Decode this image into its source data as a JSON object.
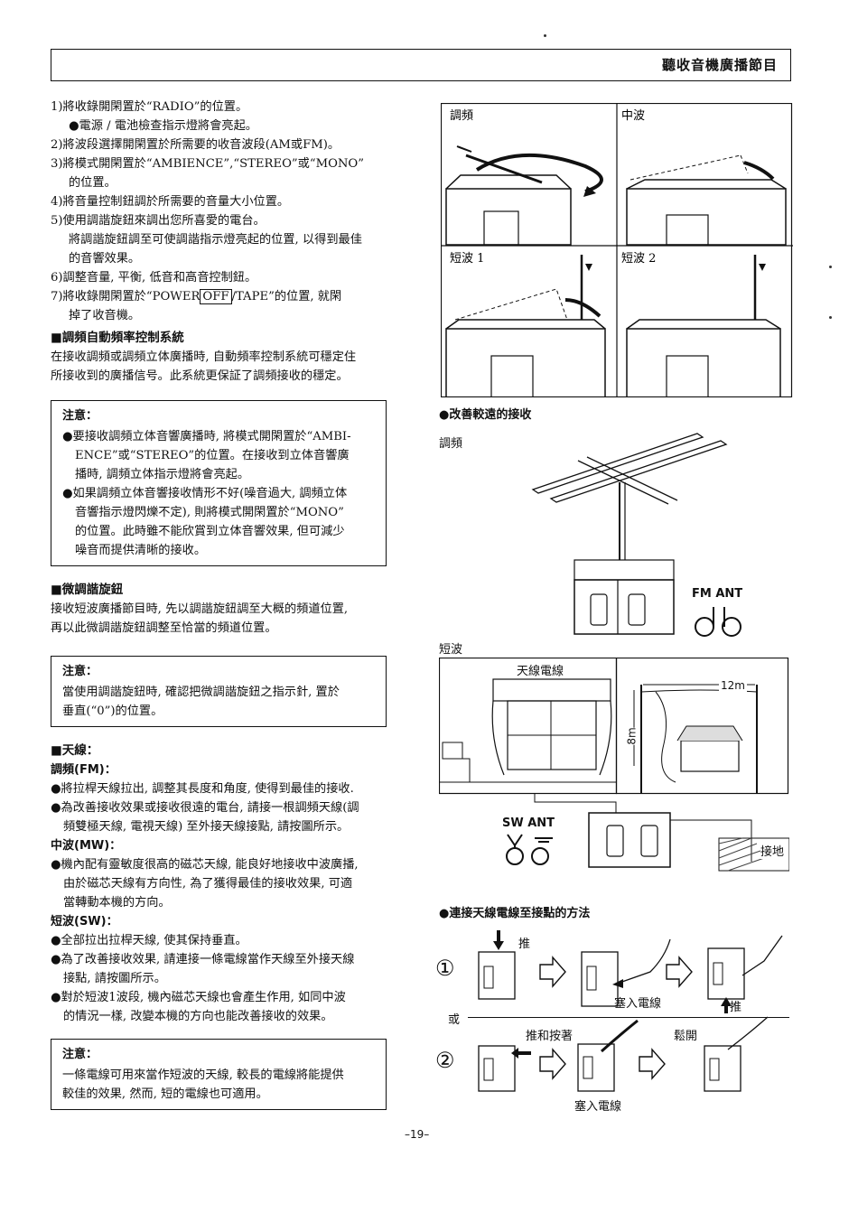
{
  "header": {
    "title": "聽收音機廣播節目"
  },
  "steps": [
    {
      "num": "1)",
      "text": "將收錄開閑置於“RADIO”的位置。"
    },
    {
      "num": "●",
      "text": "電源 / 電池檢查指示燈將會亮起。"
    },
    {
      "num": "2)",
      "text": "將波段選擇開閑置於所需要的收音波段(AM或FM)。"
    },
    {
      "num": "3)",
      "text": "將模式開閑置於“AMBIENCE”,“STEREO”或“MONO”",
      "cont": "的位置。"
    },
    {
      "num": "4)",
      "text": "將音量控制鈕調於所需要的音量大小位置。"
    },
    {
      "num": "5)",
      "text": "使用調諧旋鈕來調出您所喜愛的電台。",
      "cont": "將調諧旋鈕調至可使調諧指示燈亮起的位置, 以得到最佳",
      "cont2": "的音響效果。"
    },
    {
      "num": "6)",
      "text": "調整音量, 平衡, 低音和高音控制鈕。"
    },
    {
      "num": "7)",
      "text_a": "將收錄開閑置於“POWER",
      "boxed": "OFF",
      "text_b": "/TAPE”的位置, 就閑",
      "cont": "掉了收音機。"
    }
  ],
  "afc": {
    "heading": "■調頻自動頻率控制系統",
    "lines": [
      "在接收調頻或調頻立体廣播時, 自動頻率控制系統可穩定住",
      "所接收到的廣播信号。此系統更保証了調頻接收的穩定。"
    ]
  },
  "note1": {
    "title": "注意：",
    "items": [
      [
        "●要接收調頻立体音響廣播時, 將模式開閑置於“AMBI-",
        "ENCE”或“STEREO”的位置。在接收到立体音響廣",
        "播時, 調頻立体指示燈將會亮起。"
      ],
      [
        "●如果調頻立体音響接收情形不好(噪音過大, 調頻立体",
        "音響指示燈閃爍不定), 則將模式開閑置於“MONO”",
        "的位置。此時雖不能欣賞到立体音響效果, 但可減少",
        "噪音而提供清晰的接收。"
      ]
    ]
  },
  "fine": {
    "heading": "■微調諧旋鈕",
    "lines": [
      "接收短波廣播節目時, 先以調諧旋鈕調至大概的頻道位置,",
      "再以此微調諧旋鈕調整至恰當的頻道位置。"
    ]
  },
  "note2": {
    "title": "注意：",
    "lines": [
      "當使用調諧旋鈕時, 確認把微調諧旋鈕之指示針, 置於",
      "垂直(“0”)的位置。"
    ]
  },
  "antenna": {
    "heading": "■天線：",
    "fm_head": "調頻(FM)：",
    "fm_items": [
      [
        "●將拉桿天線拉出, 調整其長度和角度, 使得到最佳的接收."
      ],
      [
        "●為改善接收效果或接收很遠的電台, 請接一根調頻天線(調",
        "頻雙極天線, 電視天線) 至外接天線接點, 請按圖所示。"
      ]
    ],
    "mw_head": "中波(MW)：",
    "mw_items": [
      [
        "●機內配有靈敏度很高的磁芯天線, 能良好地接收中波廣播,",
        "由於磁芯天線有方向性, 為了獲得最佳的接收效果, 可適",
        "當轉動本機的方向。"
      ]
    ],
    "sw_head": "短波(SW)：",
    "sw_items": [
      [
        "●全部拉出拉桿天線, 使其保持垂直。"
      ],
      [
        "●為了改善接收效果, 請連接一條電線當作天線至外接天線",
        "接點, 請按圖所示。"
      ],
      [
        "●對於短波1波段, 機內磁芯天線也會產生作用, 如同中波",
        "的情況一樣, 改變本機的方向也能改善接收的效果。"
      ]
    ]
  },
  "note3": {
    "title": "注意：",
    "lines": [
      "一條電線可用來當作短波的天線, 較長的電線將能提供",
      "較佳的效果, 然而, 短的電線也可適用。"
    ]
  },
  "figure_top": {
    "q1": "調頻",
    "q2": "中波",
    "q3": "短波 1",
    "q4": "短波 2"
  },
  "improve": {
    "heading": "●改善較遠的接收",
    "fm_label": "調頻",
    "fm_ant": "FM ANT",
    "sw_label": "短波",
    "wire_label": "天線電線",
    "dist": "12m",
    "height": "8m",
    "sw_ant": "SW ANT",
    "ground": "接地"
  },
  "connect": {
    "heading": "●連接天線電線至接點的方法",
    "push": "推",
    "insert": "塞入電線",
    "push2": "推",
    "or": "或",
    "push_hold": "推和按著",
    "release": "鬆開",
    "insert2": "塞入電線",
    "num1": "①",
    "num2": "②"
  },
  "page_number": "–19–"
}
